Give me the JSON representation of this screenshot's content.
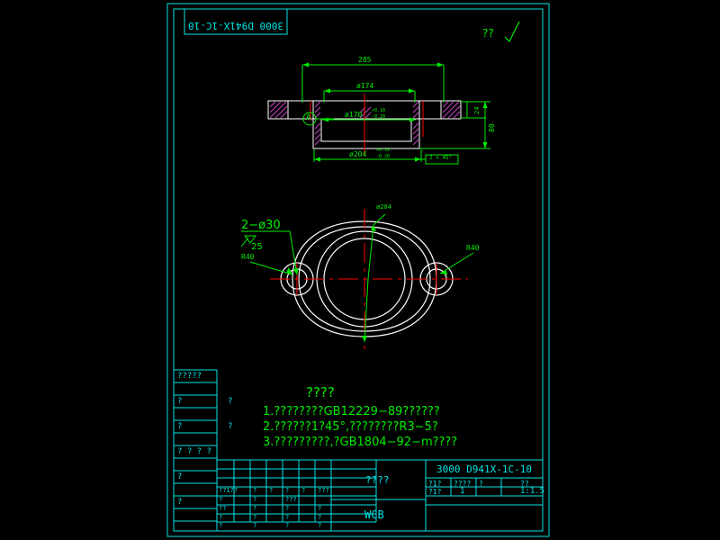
{
  "app": {
    "kind": "cad-drawing-viewer",
    "background": "#000000",
    "colors": {
      "frame": "#00e5e5",
      "dimension": "#00ee00",
      "geometry": "#ffffff",
      "hatch": "#cc44cc",
      "centerline": "#ff0000"
    }
  },
  "header": {
    "drawing_code_rotated": "3000 D941X-1C-10",
    "surface_finish_note": "??"
  },
  "section_view": {
    "overall_width_dim": "285",
    "bore_dim": "ø174",
    "inner_dim": "ø170",
    "inner_tol_upper": "+0.10",
    "inner_tol_lower": "-0.20",
    "bottom_dim": "ø204",
    "bottom_tol_upper": "+0.10",
    "bottom_tol_lower": "-0.20",
    "bottom_note": "2 × 45°",
    "detail_marker": "A",
    "right_dim_small": "24",
    "right_dim_large": "80"
  },
  "plan_view": {
    "holes_label": "2−ø30",
    "holes_depth": "25",
    "radius_left": "R40",
    "radius_right": "R40",
    "center_bore": "ø204"
  },
  "notes": {
    "title": "????",
    "lines": [
      "1.????????GB12229−89??????",
      "2.??????1?45°,????????R3~5?",
      "3.?????????,?GB1804−92−m????"
    ]
  },
  "title_block": {
    "drawing_number": "3000 D941X-1C-10",
    "part_name": "????",
    "material": "WCB",
    "quantity": "1",
    "scale": "1:1.5",
    "row1_cells": [
      "?1?",
      "????",
      "?",
      "??"
    ],
    "row2_cells": [
      "?1?",
      "1",
      "",
      "1:1.5"
    ],
    "left_column_labels": [
      "?????",
      "?",
      "?",
      "? ? ? ?",
      "?",
      "?"
    ],
    "mid_column_labels": [
      "?",
      "?"
    ],
    "revision_headers": [
      "??1??",
      "?",
      "?",
      "?",
      "?",
      "???"
    ],
    "revision_rows": [
      [
        "?",
        "?",
        "???",
        ""
      ],
      [
        "??",
        "?",
        "?",
        "?"
      ],
      [
        "?",
        "?",
        "?",
        "?"
      ],
      [
        "?",
        "?",
        "?",
        "?"
      ]
    ]
  }
}
